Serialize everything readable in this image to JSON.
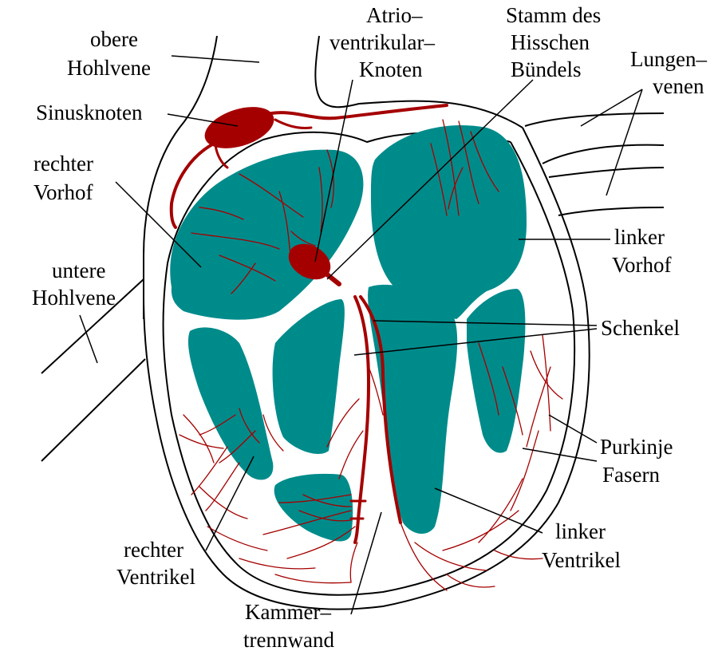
{
  "colors": {
    "chamber": "#008b8b",
    "conduction": "#a50000",
    "outline": "#000000",
    "background": "#ffffff"
  },
  "labels": {
    "obere_hohlvene": [
      "obere",
      "Hohlvene"
    ],
    "atrioventrikular_knoten": [
      "Atrio–",
      "ventrikular–",
      "Knoten"
    ],
    "stamm_hisschen_buendels": [
      "Stamm des",
      "Hisschen",
      "Bündels"
    ],
    "lungenvenen": [
      "Lungen–",
      "venen"
    ],
    "sinusknoten": [
      "Sinusknoten"
    ],
    "rechter_vorhof": [
      "rechter",
      "Vorhof"
    ],
    "untere_hohlvene": [
      "untere",
      "Hohlvene"
    ],
    "linker_vorhof": [
      "linker",
      "Vorhof"
    ],
    "schenkel": [
      "Schenkel"
    ],
    "purkinje_fasern": [
      "Purkinje",
      "Fasern"
    ],
    "rechter_ventrikel": [
      "rechter",
      "Ventrikel"
    ],
    "linker_ventrikel": [
      "linker",
      "Ventrikel"
    ],
    "kammertrennwand": [
      "Kammer–",
      "trennwand"
    ]
  }
}
